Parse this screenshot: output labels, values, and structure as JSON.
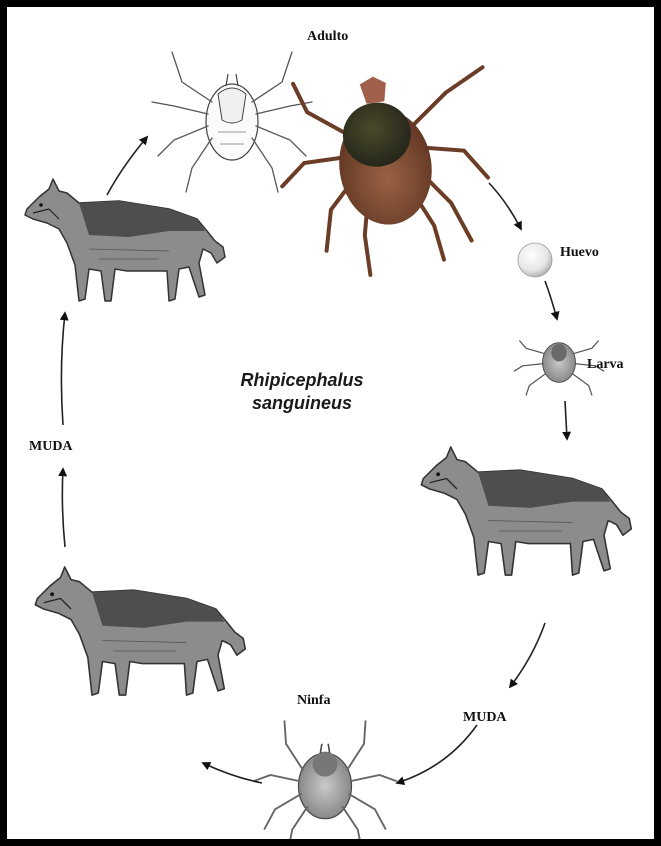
{
  "diagram": {
    "species_line1": "Rhipicephalus",
    "species_line2": "sanguineus",
    "labels": {
      "adult": "Adulto",
      "egg": "Huevo",
      "larva": "Larva",
      "nymph": "Ninfa",
      "molt_right": "MUDA",
      "molt_left": "MUDA"
    },
    "colors": {
      "frame": "#000000",
      "tick_body": "#7a4a2e",
      "tick_shield": "#3a3a22",
      "dog_fur": "#6a6a6a",
      "line_art": "#333333"
    }
  }
}
